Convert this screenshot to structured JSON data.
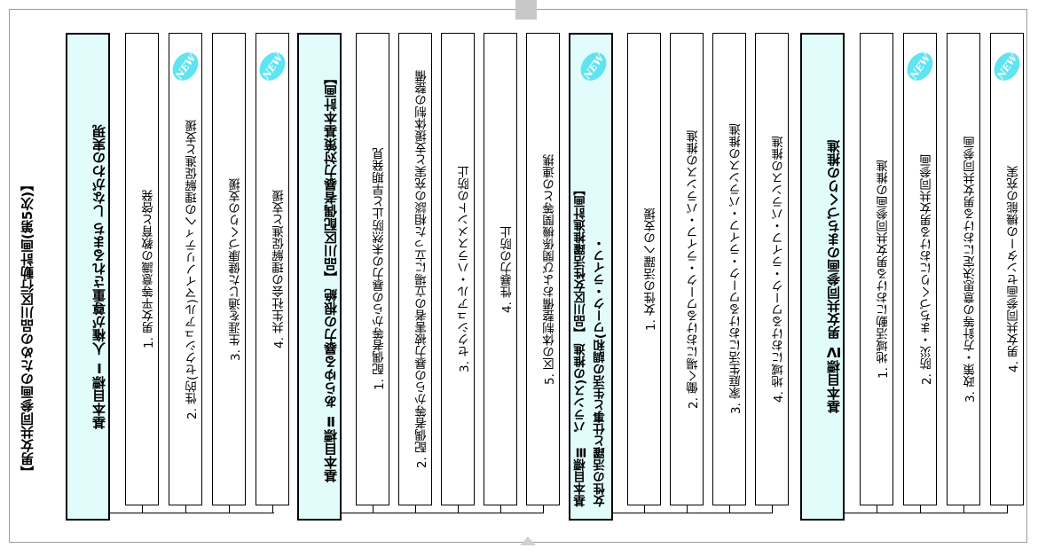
{
  "plan_title": "【男女共同参画のための品川区行動計画(第5次)】",
  "new_badge": "NEW",
  "goals": [
    {
      "label": "基本目標Ⅰ 人権が尊重されるまち しながわの実現",
      "new": false,
      "items": [
        {
          "label": "1. 男女平等意識の教育と啓発",
          "new": false
        },
        {
          "label": "2. 性的(セクシュアル)マイノリティへの理解促進と支援",
          "new": true
        },
        {
          "label": "3. 生涯を通じた健康づくりの支援",
          "new": false
        },
        {
          "label": "4. 共生社会の理解促進と支援",
          "new": true
        }
      ]
    },
    {
      "label": "基本目標Ⅱ あらゆる暴力の根絶 【品川区配偶者暴力対策基本計画】",
      "new": false,
      "items": [
        {
          "label": "1. 配偶者等からの暴力の未然防止と早期発見",
          "new": false
        },
        {
          "label": "2. 配偶者等からの暴力被害者の立場に立った相談の充実と支援体制の整備",
          "new": false
        },
        {
          "label": "3. セクシュアル・ハラスメントの防止",
          "new": false
        },
        {
          "label": "4. 性暴力の防止",
          "new": false
        },
        {
          "label": "5. 区の体制整備および関係機関等との連携",
          "new": false
        }
      ]
    },
    {
      "label": "基本目標Ⅲ 女性の活躍と仕事と生活の調和(ワーク・ライフ・バランス)の推進 【品川区女性活躍推進計画】",
      "label_line1": "女性の活躍と仕事と生活の調和(ワーク・ライフ・",
      "label_line2": "基本目標Ⅲ　バランス)の推進 【品川区女性活躍推進計画】",
      "new": true,
      "items": [
        {
          "label": "1. 女性の活躍への支援",
          "new": false
        },
        {
          "label": "2. 働く場におけるワーク・ライフ・バランスの推進",
          "new": false
        },
        {
          "label": "3. 家庭生活におけるワーク・ライフ・バランスの推進",
          "new": false
        },
        {
          "label": "4. 地域におけるワーク・ライフ・バランスの推進",
          "new": false
        }
      ]
    },
    {
      "label": "基本目標Ⅳ 男女共同参画のまちづくりの推進",
      "new": false,
      "items": [
        {
          "label": "1. 地域活動における男女共同参画の推進",
          "new": false
        },
        {
          "label": "2. 防災・まちづくりにおける男女共同参画",
          "new": true
        },
        {
          "label": "3. 政策・方針等の意思決定における男女共同参画",
          "new": false
        },
        {
          "label": "4. 男女共同参画センターの機能の充実",
          "new": true
        }
      ]
    }
  ]
}
